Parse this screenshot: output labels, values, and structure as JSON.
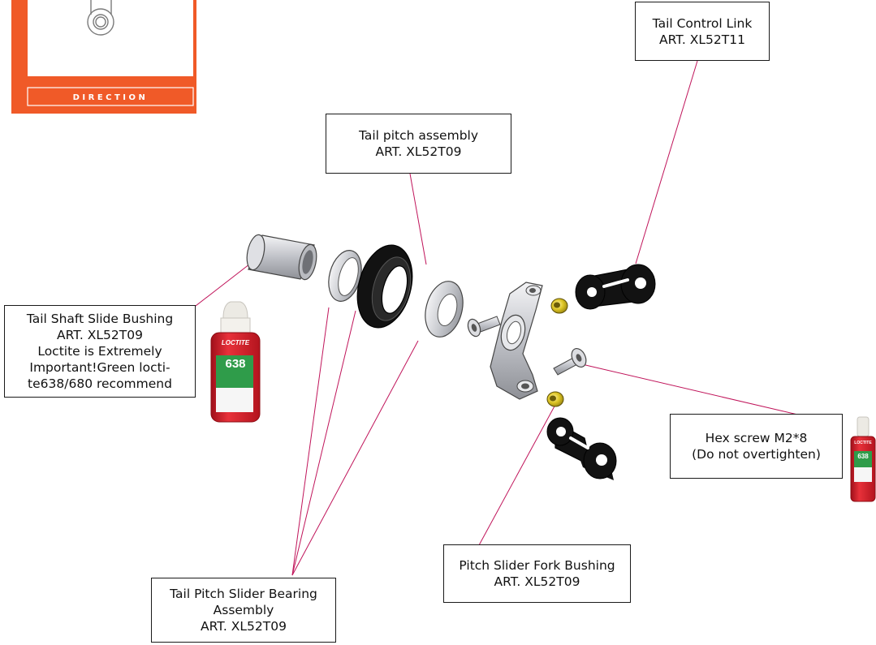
{
  "direction_card": {
    "caption": "DIRECTION",
    "accent_color": "#f05a28"
  },
  "callouts": {
    "tail_control_link": {
      "line1": "Tail Control Link",
      "line2": "ART. XL52T11"
    },
    "tail_pitch_assembly": {
      "line1": "Tail pitch assembly",
      "line2": "ART. XL52T09"
    },
    "tail_shaft_slide_bushing": {
      "line1": "Tail Shaft Slide Bushing",
      "line2": "ART. XL52T09",
      "line3": "Loctite is Extremely",
      "line4": "Important!Green locti-",
      "line5": "te638/680 recommend"
    },
    "hex_screw": {
      "line1": "Hex screw M2*8",
      "line2": "(Do not overtighten)"
    },
    "pitch_slider_fork_bushing": {
      "line1": "Pitch Slider Fork Bushing",
      "line2": "ART. XL52T09"
    },
    "tail_pitch_slider_bearing": {
      "line1": "Tail Pitch Slider Bearing",
      "line2": "Assembly",
      "line3": "ART. XL52T09"
    }
  },
  "loctite_bottle": {
    "brand": "LOCTITE",
    "number": "638",
    "cap_color": "#eceae4",
    "body_color": "#d8202a"
  },
  "colors": {
    "leader_line": "#c0145a",
    "part_black": "#121212",
    "part_silver": "#c9cbd0",
    "bushing_yellow": "#d9c31e"
  }
}
